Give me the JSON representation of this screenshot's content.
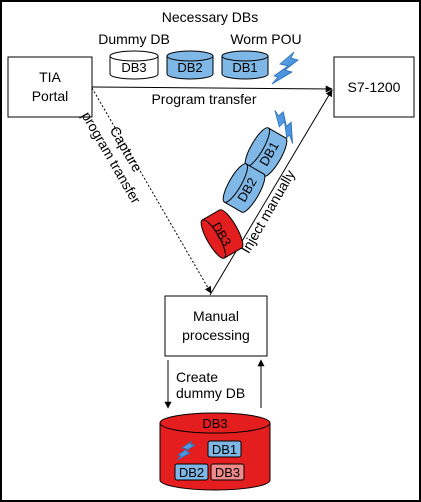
{
  "title": "Necessary DBs",
  "labels": {
    "dummy_db": "Dummy DB",
    "worm_pou": "Worm POU",
    "program_transfer": "Program transfer",
    "capture_line1": "Capture",
    "capture_line2": "program transfer",
    "inject": "Inject manually",
    "create_line1": "Create",
    "create_line2": "dummy DB"
  },
  "nodes": {
    "tia_line1": "TIA",
    "tia_line2": "Portal",
    "s7": "S7-1200",
    "manual_line1": "Manual",
    "manual_line2": "processing"
  },
  "db_labels": {
    "db1": "DB1",
    "db2": "DB2",
    "db3": "DB3"
  },
  "colors": {
    "db_blue": "#7fb8e6",
    "db_white": "#ffffff",
    "db_red": "#e41e1e",
    "db_pink": "#f08a8a",
    "stroke": "#000000"
  },
  "icons": [
    "lightning-icon"
  ]
}
